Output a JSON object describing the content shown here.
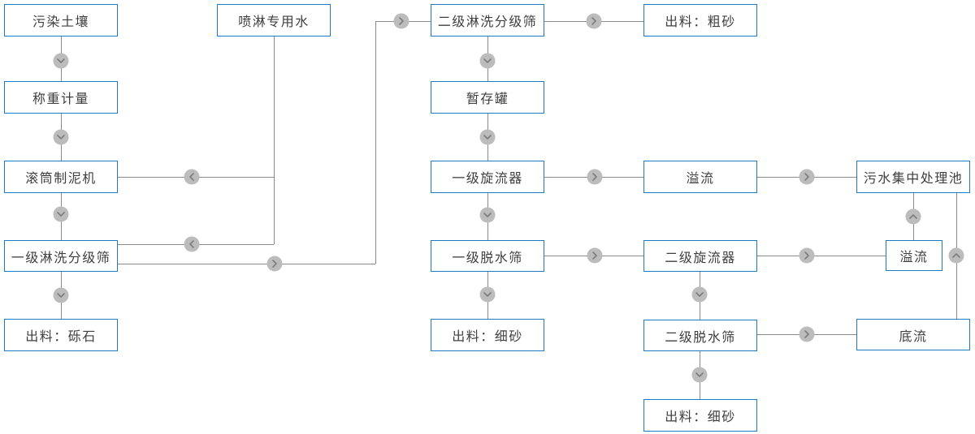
{
  "diagram": {
    "nodes": {
      "contaminated_soil": {
        "label": "污染土壤"
      },
      "weighing": {
        "label": "称重计量"
      },
      "drum_mud_maker": {
        "label": "滚筒制泥机"
      },
      "primary_washing_screen": {
        "label": "一级淋洗分级筛"
      },
      "output_gravel": {
        "label": "出料：砾石"
      },
      "spray_water": {
        "label": "喷淋专用水"
      },
      "secondary_washing_screen": {
        "label": "二级淋洗分级筛"
      },
      "output_coarse_sand": {
        "label": "出料：粗砂"
      },
      "storage_tank": {
        "label": "暂存罐"
      },
      "primary_cyclone": {
        "label": "一级旋流器"
      },
      "overflow_1": {
        "label": "溢流"
      },
      "sewage_pool": {
        "label": "污水集中处理池"
      },
      "primary_dewatering": {
        "label": "一级脱水筛"
      },
      "secondary_cyclone": {
        "label": "二级旋流器"
      },
      "overflow_2": {
        "label": "溢流"
      },
      "output_fine_sand_1": {
        "label": "出料：细砂"
      },
      "secondary_dewatering": {
        "label": "二级脱水筛"
      },
      "underflow": {
        "label": "底流"
      },
      "output_fine_sand_2": {
        "label": "出料：细砂"
      }
    },
    "colors": {
      "node_border": "#1b79c6",
      "node_text": "#3f3f3f",
      "connector": "#8a8a8a",
      "arrow_circle": "#bcbcbc",
      "arrow_glyph": "#7d7d7d"
    }
  }
}
